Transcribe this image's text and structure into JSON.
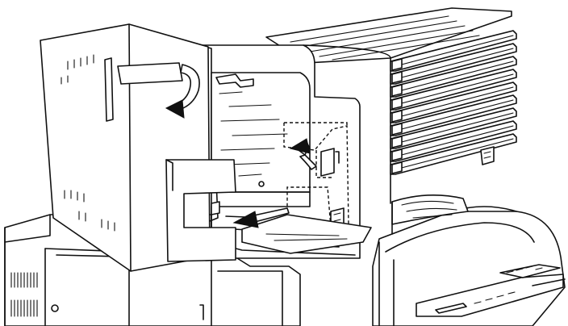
{
  "figure": {
    "kind": "printer-paper-jam-illustration",
    "parts": [
      "printer-base",
      "printer-body",
      "control-panel",
      "paper-output-tray",
      "multi-bin-mailbox-unit",
      "mailbox-trays",
      "open-side-cover",
      "cover-handle",
      "cover-latch",
      "jam-access-area",
      "jammed-paper",
      "pull-out-arrow",
      "lift-arrow",
      "cover-open-arrow"
    ],
    "tray_count": 9
  }
}
